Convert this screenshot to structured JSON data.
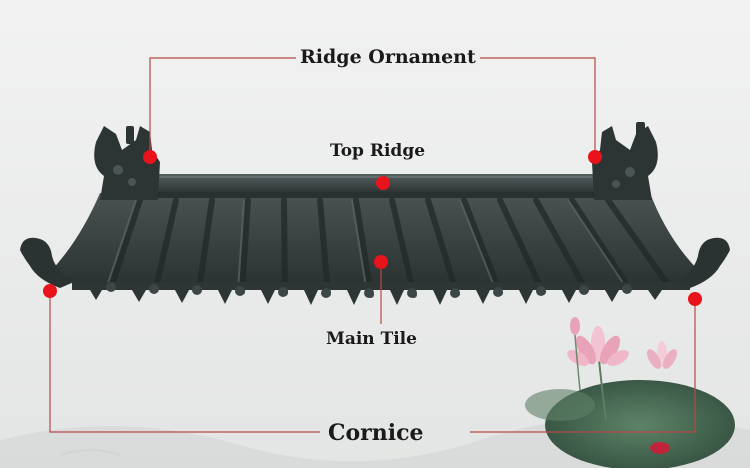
{
  "labels": {
    "ridge_ornament": "Ridge Ornament",
    "top_ridge": "Top Ridge",
    "main_tile": "Main Tile",
    "cornice": "Cornice"
  },
  "colors": {
    "roof_tile": "#394140",
    "roof_dark": "#262c2c",
    "marker": "#e8131b",
    "leader_line": "#b64a44",
    "lotus_pink": "#e9a3b8",
    "lotus_leaf": "#2e5a3f"
  },
  "icons": {
    "roof": "chinese-roof-tile-illustration",
    "ornament": "dragon-ridge-ornament-icon",
    "flower": "lotus-flower-icon"
  }
}
